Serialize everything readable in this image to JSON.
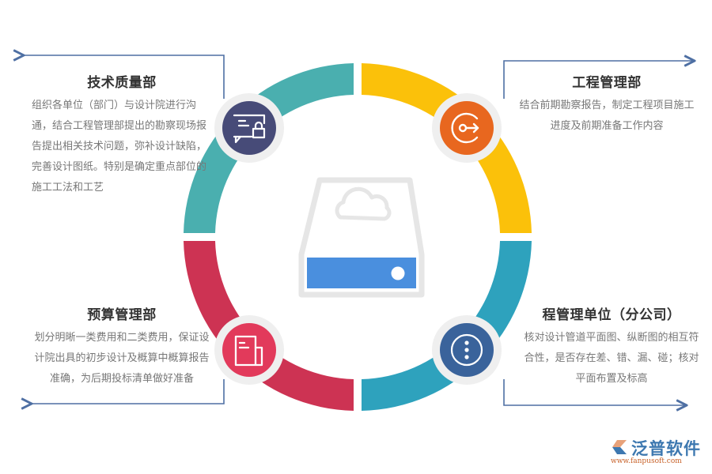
{
  "diagram": {
    "center_icon": "cloud-drive-icon",
    "colors": {
      "teal": "#4aafaf",
      "yellow": "#fbc10a",
      "cyan": "#2ea2bd",
      "crimson": "#cd3353",
      "badge_ring": "#efefef",
      "connector": "#4e6fa3",
      "drive_outline": "#e6e6e6",
      "drive_bar": "#4a8fde"
    }
  },
  "sections": [
    {
      "position": "top-left",
      "title": "技术质量部",
      "description": "组织各单位（部门）与设计院进行沟通，结合工程管理部提出的勘察现场报告提出相关技术问题，弥补设计缺陷，完善设计图纸。特别是确定重点部位的施工工法和工艺",
      "icon": "chat-lock-icon",
      "icon_color": "#474b78",
      "arc_color": "#4aafaf"
    },
    {
      "position": "top-right",
      "title": "工程管理部",
      "description": "结合前期勘察报告，制定工程项目施工进度及前期准备工作内容",
      "icon": "key-exit-icon",
      "icon_color": "#e8671f",
      "arc_color": "#fbc10a"
    },
    {
      "position": "bottom-left",
      "title": "预算管理部",
      "description": "划分明晰一类费用和二类费用，保证设计院出具的初步设计及概算中概算报告准确，为后期投标清单做好准备",
      "icon": "document-icon",
      "icon_color": "#e23a5b",
      "arc_color": "#cd3353"
    },
    {
      "position": "bottom-right",
      "title": "程管理单位（分公司）",
      "description": "核对设计管道平面图、纵断图的相互符合性，是否存在差、错、漏、碰；核对平面布置及标高",
      "icon": "more-vertical-icon",
      "icon_color": "#3a639b",
      "arc_color": "#2ea2bd"
    }
  ],
  "logo": {
    "name": "泛普软件",
    "url": "www.fanpusoft.com"
  }
}
